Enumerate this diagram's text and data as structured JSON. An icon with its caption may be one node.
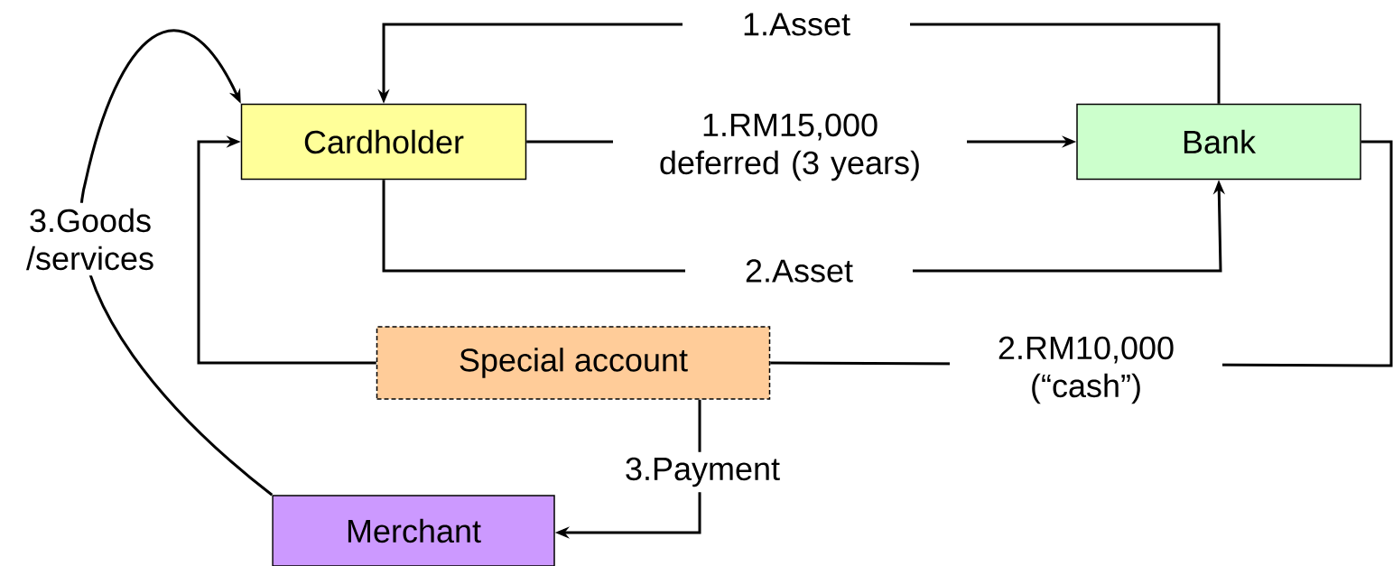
{
  "diagram": {
    "nodes": [
      {
        "text": [
          "Cardholder"
        ]
      },
      {
        "text": [
          "Bank"
        ]
      },
      {
        "text": [
          "Special account"
        ]
      },
      {
        "text": [
          "Merchant"
        ]
      }
    ],
    "edges": [
      {
        "from": 1,
        "to": 0,
        "arrow": "to",
        "label": "1.Asset"
      },
      {
        "from": 0,
        "to": 1,
        "arrow": "to",
        "label": "1.RM15,000 deferred (3 years)"
      },
      {
        "from": 0,
        "to": 1,
        "arrow": "to",
        "label": "2.Asset"
      },
      {
        "from": 2,
        "to": 0,
        "arrow": "to"
      },
      {
        "from": 1,
        "to": 2,
        "arrow": "none",
        "label": "2.RM10,000 (“cash”)"
      },
      {
        "from": 2,
        "to": 3,
        "arrow": "to",
        "label": "3.Payment"
      },
      {
        "from": 3,
        "to": 0,
        "arrow": "to",
        "label": "3.Goods /services"
      }
    ]
  }
}
